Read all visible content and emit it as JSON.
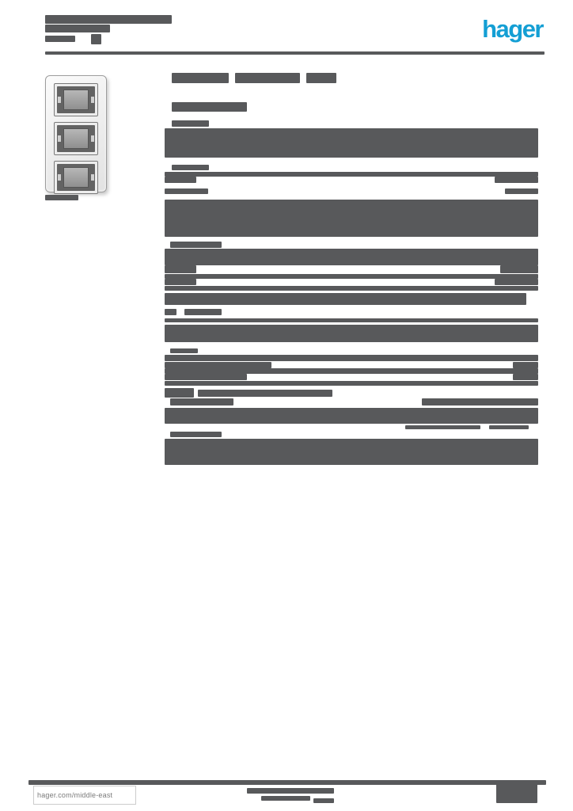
{
  "colors": {
    "ink": "#58595b",
    "accent": "#149fd4",
    "page": "#ffffff"
  },
  "header": {
    "logo": "hager"
  },
  "footer": {
    "url": "hager.com/middle-east"
  },
  "bars": {
    "header_title": [
      [
        57,
        19,
        160,
        11
      ],
      [
        57,
        31,
        82,
        10
      ],
      [
        57,
        45,
        38,
        8
      ]
    ],
    "header_badge": [
      [
        115,
        43,
        13,
        13
      ]
    ],
    "header_rule": [
      [
        57,
        65,
        631,
        4
      ]
    ],
    "product_caption": [
      [
        57,
        246,
        42,
        7
      ]
    ],
    "page_title": [
      [
        217,
        92,
        72,
        13
      ],
      [
        297,
        92,
        82,
        13
      ],
      [
        387,
        92,
        38,
        13
      ]
    ],
    "product_subtitle": [
      [
        217,
        129,
        95,
        12
      ]
    ],
    "section_text": [
      [
        217,
        152,
        47,
        8
      ],
      [
        208,
        162,
        472,
        37
      ],
      [
        217,
        208,
        47,
        7
      ],
      [
        208,
        217,
        472,
        6
      ],
      [
        208,
        223,
        40,
        8
      ],
      [
        625,
        223,
        55,
        8
      ],
      [
        208,
        238,
        55,
        7
      ],
      [
        638,
        238,
        42,
        7
      ],
      [
        208,
        252,
        472,
        47
      ],
      [
        215,
        305,
        65,
        8
      ],
      [
        208,
        314,
        472,
        21
      ],
      [
        208,
        335,
        40,
        10
      ],
      [
        632,
        335,
        48,
        10
      ],
      [
        208,
        346,
        472,
        6
      ],
      [
        208,
        352,
        40,
        8
      ],
      [
        625,
        352,
        55,
        8
      ],
      [
        208,
        361,
        472,
        6
      ],
      [
        208,
        370,
        457,
        15
      ],
      [
        208,
        390,
        15,
        8
      ],
      [
        233,
        390,
        47,
        8
      ],
      [
        208,
        402,
        472,
        5
      ],
      [
        208,
        410,
        472,
        22
      ],
      [
        215,
        440,
        35,
        6
      ],
      [
        208,
        448,
        472,
        8
      ],
      [
        208,
        457,
        135,
        8
      ],
      [
        648,
        457,
        32,
        8
      ],
      [
        208,
        465,
        472,
        7
      ],
      [
        208,
        472,
        104,
        8
      ],
      [
        648,
        472,
        32,
        8
      ],
      [
        208,
        481,
        472,
        6
      ],
      [
        208,
        490,
        37,
        12
      ],
      [
        250,
        492,
        170,
        9
      ],
      [
        215,
        503,
        80,
        9
      ],
      [
        533,
        503,
        147,
        9
      ],
      [
        208,
        515,
        472,
        20
      ],
      [
        512,
        537,
        95,
        5
      ],
      [
        618,
        537,
        50,
        5
      ],
      [
        215,
        545,
        65,
        7
      ],
      [
        208,
        554,
        472,
        33
      ]
    ],
    "footer_rule": [
      [
        36,
        985,
        654,
        6
      ]
    ],
    "footer_center_text": [
      [
        312,
        995,
        110,
        7
      ],
      [
        330,
        1005,
        62,
        6
      ],
      [
        396,
        1008,
        26,
        6
      ]
    ],
    "footer_right_block": [
      [
        627,
        990,
        52,
        24
      ]
    ]
  }
}
